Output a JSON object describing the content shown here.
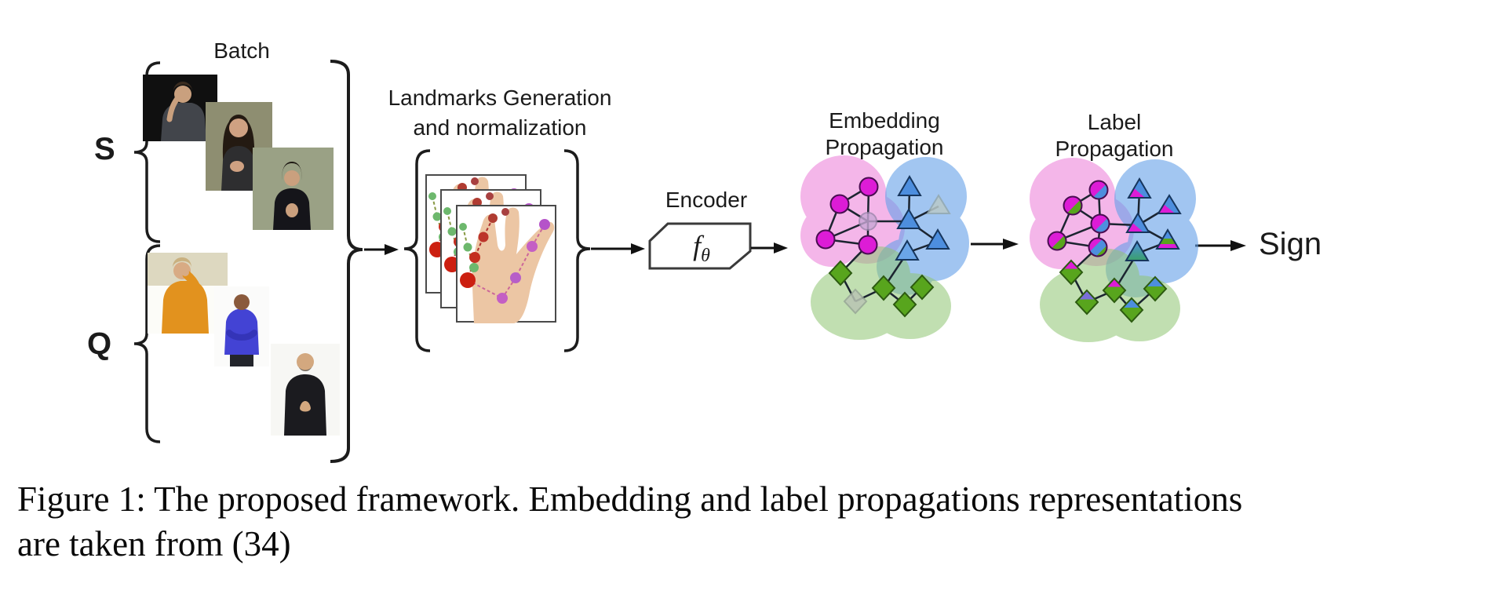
{
  "figure": {
    "batch_label": "Batch",
    "support_set_label": "S",
    "query_set_label": "Q",
    "landmarks_label": {
      "line1": "Landmarks Generation",
      "line2": "and normalization"
    },
    "encoder": {
      "label": "Encoder",
      "symbol_base": "f",
      "symbol_subscript": "θ"
    },
    "embedding_propagation_label": {
      "line1": "Embedding",
      "line2": "Propagation"
    },
    "label_propagation_label": {
      "line1": "Label",
      "line2": "Propagation"
    },
    "output_label": "Sign"
  },
  "caption": {
    "line1": "Figure 1: The proposed framework. Embedding and label propagations representations",
    "line2": "are taken from (34)"
  },
  "colors": {
    "class_magenta": "#dd1cd6",
    "class_blue": "#4d8ede",
    "class_green": "#58a51d",
    "cluster_pink": "#ee86dc",
    "cluster_blue": "#64a0e8",
    "cluster_green": "#90c573",
    "arrow_black": "#111111"
  },
  "node_shapes": [
    "circle",
    "triangle",
    "diamond"
  ]
}
